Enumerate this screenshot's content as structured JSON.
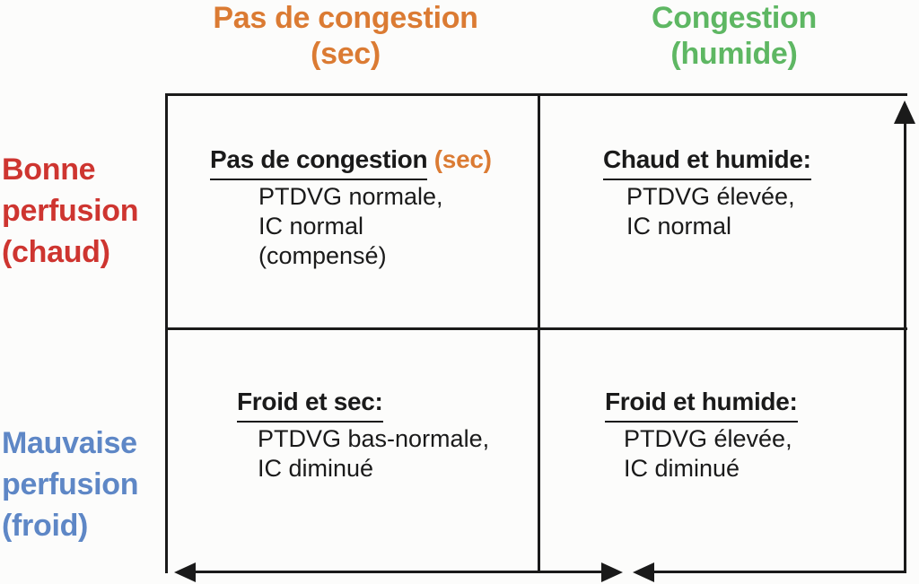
{
  "colors": {
    "orange": "#DB7B33",
    "green": "#5EB763",
    "red": "#CE3530",
    "blue": "#5E87C6",
    "line": "#1a1a1a",
    "text": "#1a1a1a",
    "background": "#fcfcfb"
  },
  "column_headers": [
    {
      "line1": "Pas de congestion",
      "line2": "(sec)",
      "color": "#DB7B33"
    },
    {
      "line1": "Congestion",
      "line2": "(humide)",
      "color": "#5EB763"
    }
  ],
  "row_headers": [
    {
      "line1": "Bonne",
      "line2": "perfusion",
      "line3": "(chaud)",
      "color": "#CE3530"
    },
    {
      "line1": "Mauvaise",
      "line2": "perfusion",
      "line3": "(froid)",
      "color": "#5E87C6"
    }
  ],
  "quadrants": [
    {
      "position": "top-left",
      "title": "Pas de congestion",
      "title_suffix": " (sec)",
      "body": [
        "PTDVG normale,",
        "IC normal",
        "(compensé)"
      ]
    },
    {
      "position": "top-right",
      "title": "Chaud et humide:",
      "title_suffix": "",
      "body": [
        "PTDVG élevée,",
        "IC normal"
      ]
    },
    {
      "position": "bottom-left",
      "title": "Froid et sec:",
      "title_suffix": "",
      "body": [
        "PTDVG bas-normale,",
        "IC diminué"
      ]
    },
    {
      "position": "bottom-right",
      "title": "Froid et humide:",
      "title_suffix": "",
      "body": [
        "PTDVG élevée,",
        "IC diminué"
      ]
    }
  ],
  "icons": {
    "vertical_axis": "arrow-up-icon",
    "horizontal_axis_left_end": "arrow-left-icon",
    "horizontal_axis_right_end": "arrow-right-icon",
    "horizontal_axis_return": "arrow-left-icon"
  }
}
